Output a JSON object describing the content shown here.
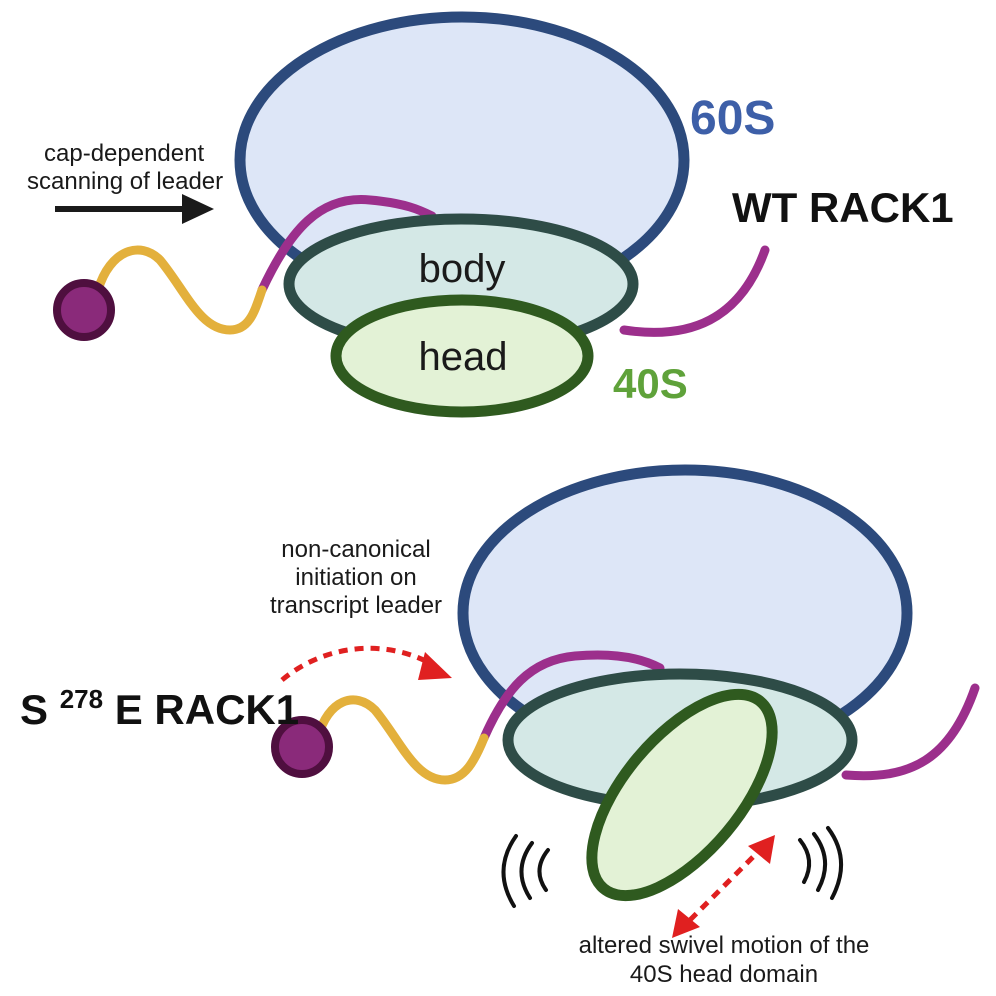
{
  "colors": {
    "sub60_fill": "#dde6f7",
    "sub60_stroke": "#2c4a7c",
    "body_fill": "#d4e8e6",
    "body_stroke": "#2e4c47",
    "head_fill": "#e3f2d6",
    "head_stroke": "#2f5a1f",
    "mrna_leader": "#e3b03c",
    "mrna_coding": "#9c2f8c",
    "cap_fill": "#8a2a7a",
    "cap_stroke": "#4f0f3f",
    "label_60s": "#3d5fa8",
    "label_40s": "#5fa23a",
    "arrow_black": "#1a1a1a",
    "arrow_red": "#e02020"
  },
  "top_panel": {
    "label_60s": "60S",
    "label_40s": "40S",
    "label_body": "body",
    "label_head": "head",
    "variant": "WT RACK1",
    "arrow_text_line1": "cap-dependent",
    "arrow_text_line2": "scanning of leader"
  },
  "bottom_panel": {
    "variant_prefix": "S",
    "variant_superscript": "278",
    "variant_suffix": "E RACK1",
    "initiation_line1": "non-canonical",
    "initiation_line2": "initiation on",
    "initiation_line3": "transcript leader",
    "swivel_line1": "altered swivel motion of the",
    "swivel_line2": "40S head domain"
  }
}
